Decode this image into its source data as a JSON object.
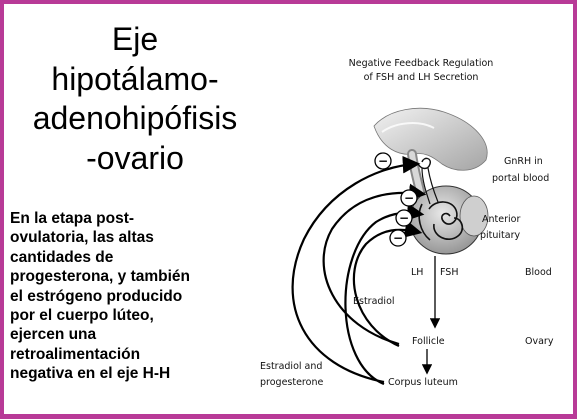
{
  "slide": {
    "title": "Eje\nhipotálamo-\nadenohipófisis\n-ovario",
    "body": "En la etapa post-\novulatoria, las altas\ncantidades de\nprogesterona, y también\nel estrógeno producido\npor el cuerpo lúteo,\nejercen una\nretroalimentación\nnegativa en el eje H-H",
    "border_color": "#b83a97"
  },
  "diagram": {
    "title_line1": "Negative Feedback Regulation",
    "title_line2": "of FSH and LH Secretion",
    "gnrh_line1": "GnRH in",
    "gnrh_line2": "portal blood",
    "anterior_line1": "Anterior",
    "anterior_line2": "pituitary",
    "lh": "LH",
    "fsh": "FSH",
    "blood": "Blood",
    "estradiol": "Estradiol",
    "follicle": "Follicle",
    "ovary": "Ovary",
    "estradiol_prog_line1": "Estradiol and",
    "estradiol_prog_line2": "progesterone",
    "corpus_luteum": "Corpus luteum",
    "minus_sign": "−"
  }
}
